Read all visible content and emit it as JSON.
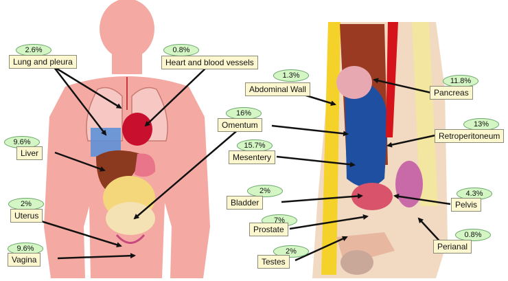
{
  "labels": {
    "lung": {
      "name": "Lung and pleura",
      "pct": "2.6%"
    },
    "heart": {
      "name": "Heart and blood vessels",
      "pct": "0.8%"
    },
    "liver": {
      "name": "Liver",
      "pct": "9.6%"
    },
    "uterus": {
      "name": "Uterus",
      "pct": "2%"
    },
    "vagina": {
      "name": "Vagina",
      "pct": "9.6%"
    },
    "abdominal_wall": {
      "name": "Abdominal Wall",
      "pct": "1.3%"
    },
    "omentum": {
      "name": "Omentum",
      "pct": "16%"
    },
    "mesentery": {
      "name": "Mesentery",
      "pct": "15.7%"
    },
    "bladder": {
      "name": "Bladder",
      "pct": "2%"
    },
    "prostate": {
      "name": "Prostate",
      "pct": "7%"
    },
    "testes": {
      "name": "Testes",
      "pct": "2%"
    },
    "pancreas": {
      "name": "Pancreas",
      "pct": "11.8%"
    },
    "retroperitoneum": {
      "name": "Retroperitoneum",
      "pct": "13%"
    },
    "pelvis": {
      "name": "Pelvis",
      "pct": "4.3%"
    },
    "perianal": {
      "name": "Perianal",
      "pct": "0.8%"
    }
  },
  "colors": {
    "body_silhouette": "#f4aaa2",
    "label_box": "#fdf7d0",
    "percent_bubble": "#d4f5c4",
    "arrow": "#111111"
  }
}
